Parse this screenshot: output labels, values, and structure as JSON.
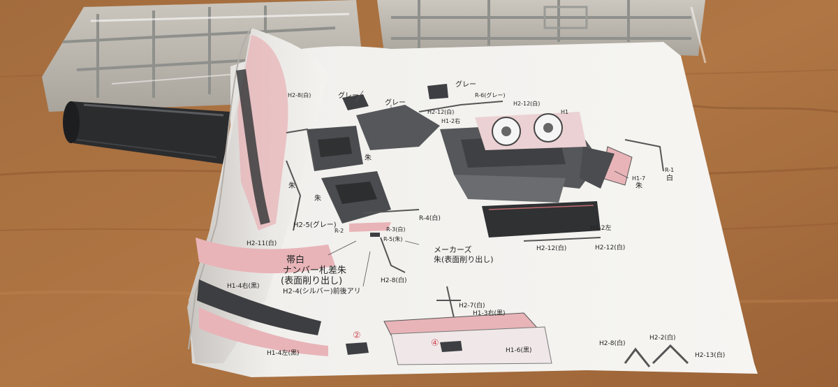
{
  "labels": {
    "gray_1": "グレー",
    "gray_2": "グレー",
    "gray_3": "グレー",
    "r6_gray": "R-6(グレー)",
    "h2_8_white_top": "H2-8(白)",
    "h2_12_white_a": "H2-12(白)",
    "h2_12_white_b": "H2-12(白)",
    "h1_2_right": "H1-2右",
    "h1": "H1",
    "r1": "R-1",
    "r1_white": "白",
    "h1_7": "H1-7",
    "h1_7_vermilion": "朱",
    "vermilion_a": "朱",
    "vermilion_b": "朱",
    "vermilion_c": "朱",
    "h2_5_gray": "H2-5(グレー)",
    "r2": "R-2",
    "r4_white": "R-4(白)",
    "r3_white": "R-3(白)",
    "r5_vermilion": "R-5(朱)",
    "h2_11_white": "H2-11(白)",
    "h1_2_left": "H1-2左",
    "h2_12_white_c": "H2-12(白)",
    "h2_12_white_d": "H2-12(白)",
    "maker_line1": "メーカーズ",
    "maker_line2": "朱(表面削り出し)",
    "band_line1": "帯白",
    "band_line2": "ナンバー札差朱",
    "band_line3": "(表面削り出し)",
    "h2_8_white_mid": "H2-8(白)",
    "h2_4_silver": "H2-4(シルバー)前後アリ",
    "h1_4_right": "H1-4右(黒)",
    "h2_7_white": "H2-7(白)",
    "h1_3_right": "H1-3右(黒)",
    "step_2": "②",
    "step_4": "④",
    "h1_4_left": "H1-4左(黒)",
    "h1_6_black": "H1-6(黒)",
    "h2_8_white_bottom": "H2-8(白)",
    "h2_2_white": "H2-2(白)",
    "h2_13_white": "H2-13(白)"
  },
  "colors": {
    "table_wood": "#a06a3c",
    "paper": "#f4f3f0",
    "part_gray": "#55575a",
    "vermilion_pink": "#e8b4b8",
    "plastic_sprue": "#b9bab7"
  }
}
